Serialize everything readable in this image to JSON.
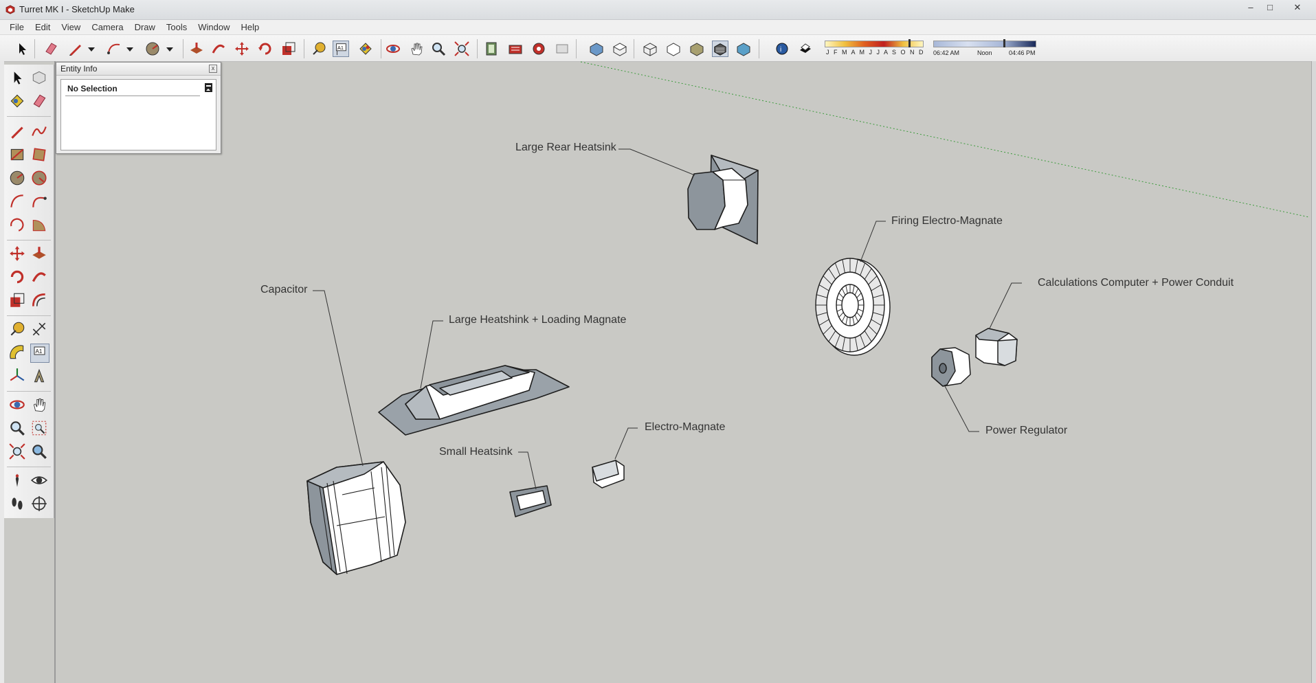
{
  "window": {
    "title": "Turret MK I - SketchUp Make",
    "minimize": "–",
    "maximize": "□",
    "close": "✕"
  },
  "menu": [
    "File",
    "Edit",
    "View",
    "Camera",
    "Draw",
    "Tools",
    "Window",
    "Help"
  ],
  "shadow": {
    "months": "J F M A M J J A S O N D",
    "time_start": "06:42 AM",
    "time_mid": "Noon",
    "time_end": "04:46 PM"
  },
  "entity_info": {
    "title": "Entity Info",
    "close": "x",
    "selection": "No Selection"
  },
  "labels": {
    "large_rear_heatsink": "Large Rear Heatsink",
    "firing_electro_magnate": "Firing Electro-Magnate",
    "calculations_computer": "Calculations Computer + Power Conduit",
    "capacitor": "Capacitor",
    "large_heatshink": "Large Heatshink + Loading Magnate",
    "electro_magnate": "Electro-Magnate",
    "small_heatsink": "Small Heatsink",
    "power_regulator": "Power Regulator"
  },
  "colors": {
    "background": "#c9c9c5",
    "face_light": "#ffffff",
    "face_dark": "#8d959c",
    "edge": "#1e1e1e",
    "accent_red": "#c0302a"
  }
}
